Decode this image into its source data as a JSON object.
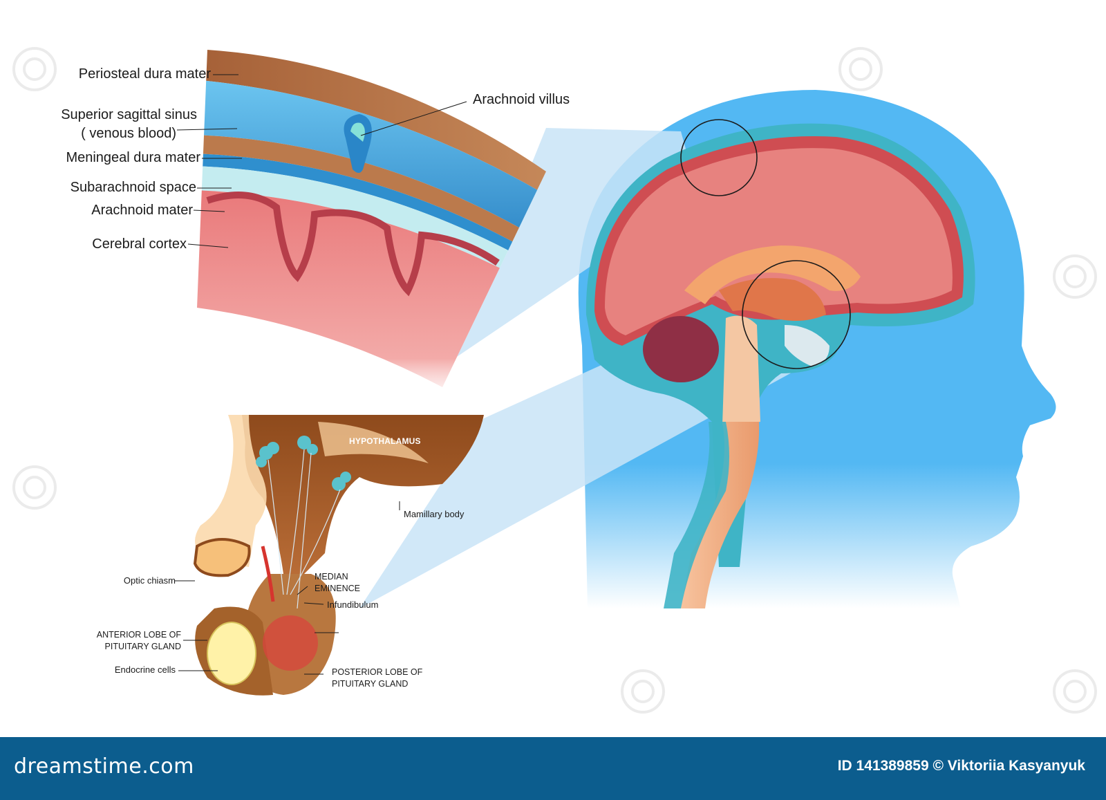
{
  "labels": {
    "periosteal": "Periosteal dura mater",
    "sagittal_1": "Superior sagittal sinus",
    "sagittal_2": "( venous blood)",
    "meningeal": "Meningeal dura mater",
    "subarachnoid": "Subarachnoid space",
    "arachnoid": "Arachnoid  mater",
    "cortex": "Cerebral cortex",
    "villus": "Arachnoid villus",
    "hypothalamus": "HYPOTHALAMUS",
    "mamillary": "Mamillary body",
    "optic": "Optic chiasm",
    "median_1": "MEDIAN",
    "median_2": "EMINENCE",
    "infundibulum": "Infundibulum",
    "anterior_1": "ANTERIOR LOBE OF",
    "anterior_2": "PITUITARY GLAND",
    "endocrine": "Endocrine cells",
    "posterior_1": "POSTERIOR LOBE OF",
    "posterior_2": "PITUITARY GLAND"
  },
  "footer": {
    "brand": "dreamstime.com",
    "credit": "ID 141389859 © Viktoriia  Kasyanyuk"
  },
  "colors": {
    "head": "#4fb6f2",
    "dura": "#b8774a",
    "sinus": "#3d9fd9",
    "subarachnoid": "#c4ecf0",
    "cortex": "#e98a86",
    "footer": "#0c5d8e"
  }
}
